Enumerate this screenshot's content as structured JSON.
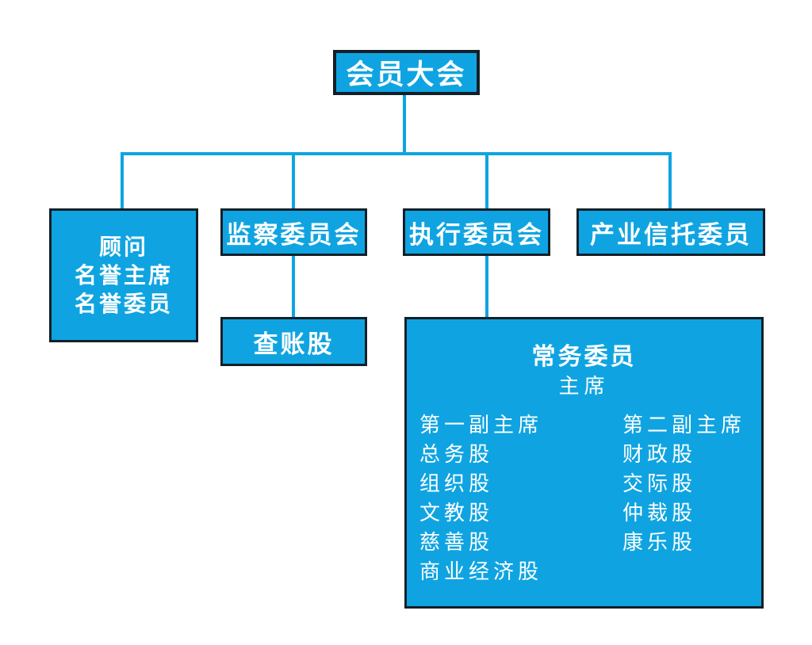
{
  "colors": {
    "background": "#ffffff",
    "box_fill": "#0fa4e1",
    "box_border": "#121f28",
    "connector": "#0fa4e1",
    "text": "#ffffff"
  },
  "nodes": {
    "general_assembly": {
      "label": "会员大会"
    },
    "advisors": {
      "lines": [
        "顾问",
        "名誉主席",
        "名誉委员"
      ]
    },
    "supervisory_committee": {
      "label": "监察委员会"
    },
    "executive_committee": {
      "label": "执行委员会"
    },
    "property_trust_committee": {
      "label": "产业信托委员"
    },
    "audit_section": {
      "label": "查账股"
    },
    "standing_committee": {
      "title": "常务委员",
      "chairman": "主席",
      "left_column": [
        "第一副主席",
        "总务股",
        "组织股",
        "文教股",
        "慈善股",
        "商业经济股"
      ],
      "right_column": [
        "第二副主席",
        "财政股",
        "交际股",
        "仲裁股",
        "康乐股"
      ]
    }
  }
}
